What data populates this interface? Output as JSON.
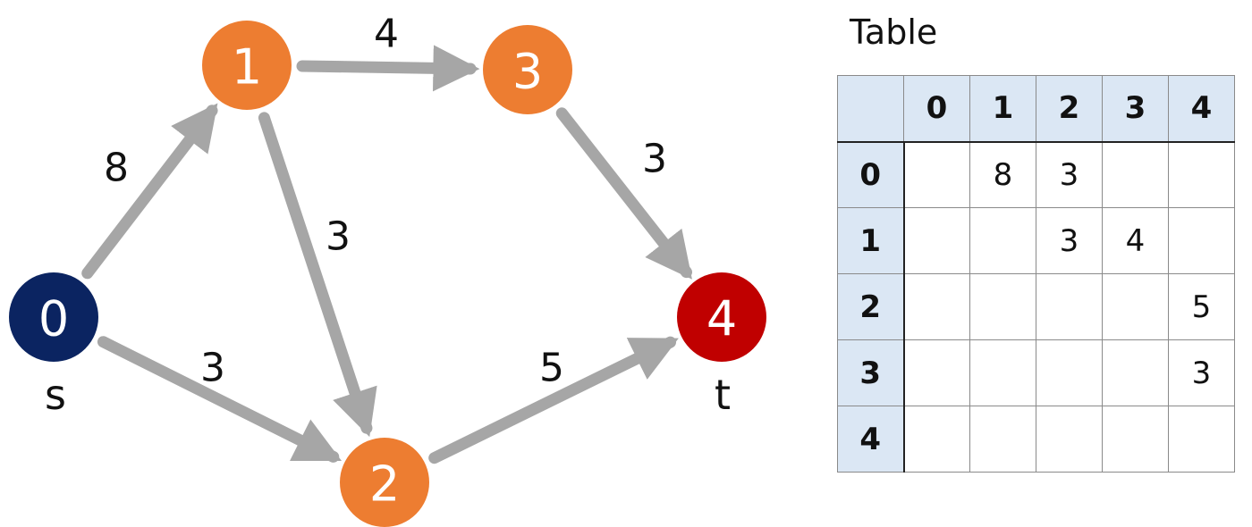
{
  "graph": {
    "nodes": [
      {
        "id": "0",
        "label": "0",
        "color": "#0b2461"
      },
      {
        "id": "1",
        "label": "1",
        "color": "#ed7d31"
      },
      {
        "id": "2",
        "label": "2",
        "color": "#ed7d31"
      },
      {
        "id": "3",
        "label": "3",
        "color": "#ed7d31"
      },
      {
        "id": "4",
        "label": "4",
        "color": "#c00000"
      }
    ],
    "edges": [
      {
        "from": "0",
        "to": "1",
        "weight": "8"
      },
      {
        "from": "0",
        "to": "2",
        "weight": "3"
      },
      {
        "from": "1",
        "to": "3",
        "weight": "4"
      },
      {
        "from": "1",
        "to": "2",
        "weight": "3"
      },
      {
        "from": "3",
        "to": "4",
        "weight": "3"
      },
      {
        "from": "2",
        "to": "4",
        "weight": "5"
      }
    ],
    "source_label": "s",
    "sink_label": "t",
    "edge_color": "#a6a6a6"
  },
  "table": {
    "title": "Table",
    "headers": [
      "0",
      "1",
      "2",
      "3",
      "4"
    ],
    "rows": [
      {
        "label": "0",
        "cells": [
          "",
          "8",
          "3",
          "",
          ""
        ]
      },
      {
        "label": "1",
        "cells": [
          "",
          "",
          "3",
          "4",
          ""
        ]
      },
      {
        "label": "2",
        "cells": [
          "",
          "",
          "",
          "",
          "5"
        ]
      },
      {
        "label": "3",
        "cells": [
          "",
          "",
          "",
          "",
          "3"
        ]
      },
      {
        "label": "4",
        "cells": [
          "",
          "",
          "",
          "",
          ""
        ]
      }
    ],
    "header_bg": "#dbe7f4"
  }
}
